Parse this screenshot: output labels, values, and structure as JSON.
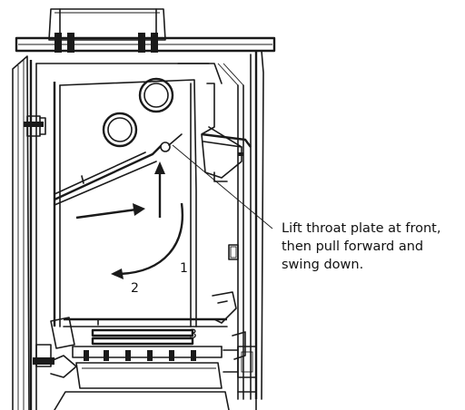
{
  "callout": {
    "line1": "Lift throat plate at front,",
    "line2": "then pull forward and",
    "line3": "swing down."
  },
  "labels": {
    "one": "1",
    "two": "2",
    "three": "3"
  },
  "colors": {
    "ink": "#1a1a1a",
    "background": "#ffffff"
  }
}
